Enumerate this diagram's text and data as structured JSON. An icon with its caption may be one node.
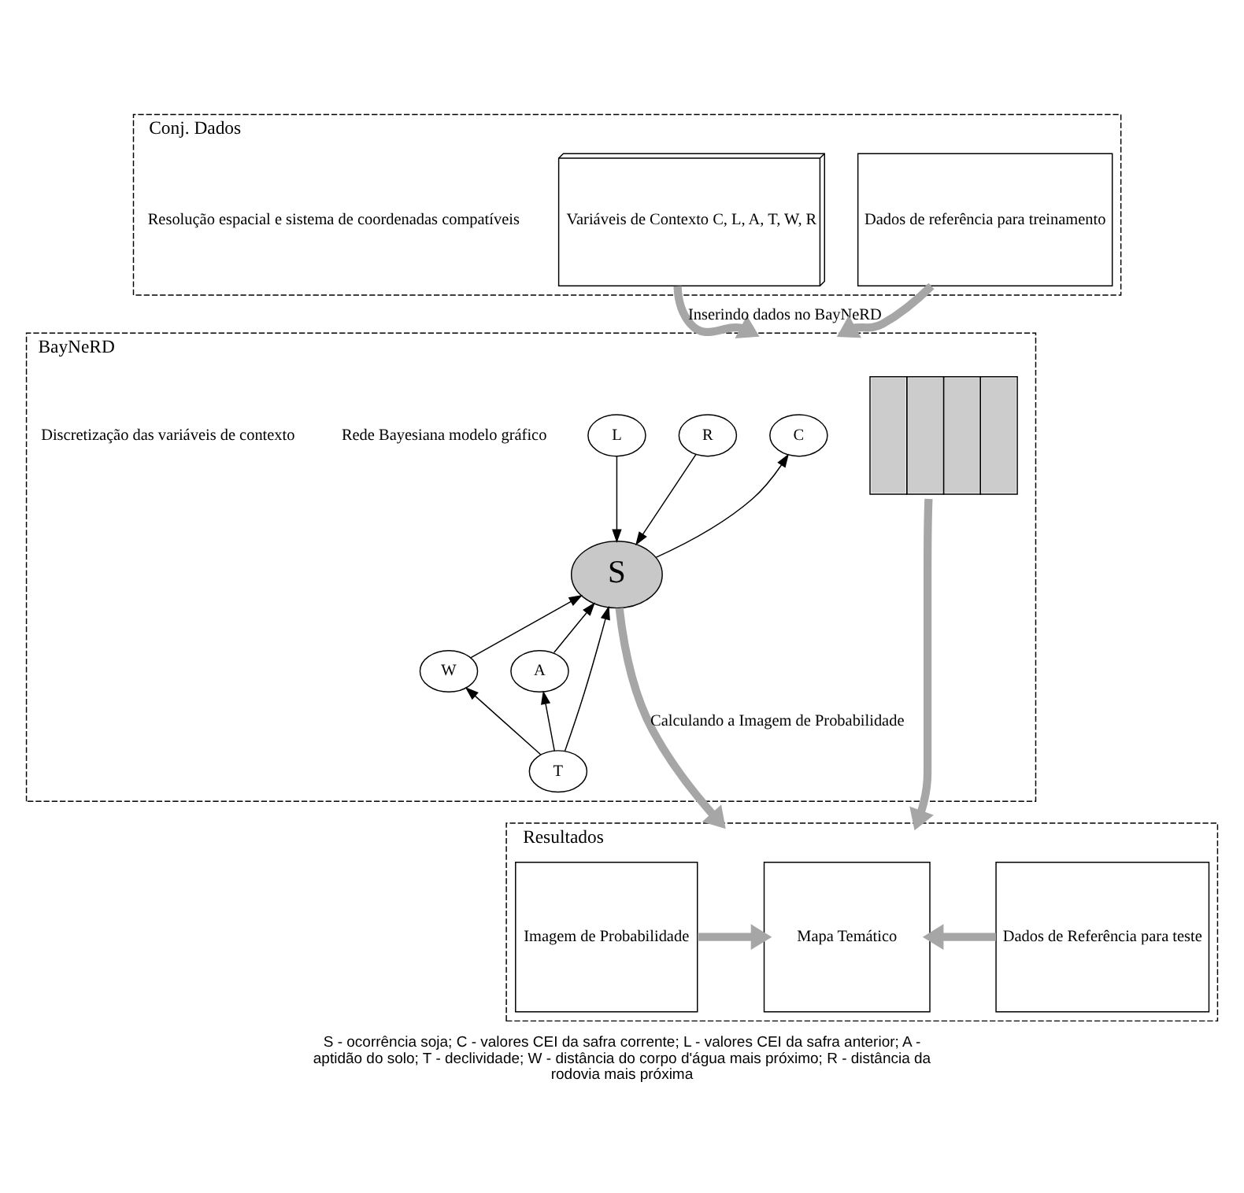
{
  "diagram": {
    "caption": "S - ocorrência soja; C - valores CEI da safra corrente; L - valores CEI da safra anterior; A - aptidão do solo; T - declividade; W - distância do corpo d'água mais próximo; R - distância da rodovia mais próxima",
    "nodes": [
      {
        "text": [
          "Conj. Dados"
        ]
      },
      {
        "text": [
          "Variáveis de Contexto C, L, A, T, W, R"
        ],
        "in": 0
      },
      {
        "text": [
          "Dados de referência para treinamento"
        ],
        "in": 0
      },
      {
        "text": [
          "BayNeRD"
        ]
      },
      {
        "text": [
          "C"
        ],
        "in": 3
      },
      {
        "text": [
          "R"
        ],
        "in": 3
      },
      {
        "text": [
          "L"
        ],
        "in": 3
      },
      {
        "text": [
          "S"
        ],
        "in": 3
      },
      {
        "text": [
          "W"
        ],
        "in": 3
      },
      {
        "text": [
          "A"
        ],
        "in": 3
      },
      {
        "text": [
          "T"
        ],
        "in": 3
      },
      {
        "text": [],
        "shape": "picture",
        "in": 3
      },
      {
        "text": [
          "Resultados"
        ]
      },
      {
        "text": [
          "Imagem de Probabilidade"
        ],
        "in": 12
      },
      {
        "text": [
          "Mapa Temático"
        ],
        "in": 12
      },
      {
        "text": [
          "Dados de Referência para teste"
        ],
        "in": 12
      }
    ],
    "edges": [
      {
        "from": 1,
        "to": 3,
        "arrow": "to",
        "style": "thick",
        "color": "#a6a6a6",
        "label": "Inserindo dados no BayNeRD"
      },
      {
        "from": 2,
        "to": 3,
        "arrow": "to",
        "style": "thick",
        "color": "#a6a6a6"
      },
      {
        "from": 7,
        "to": 4,
        "arrow": "to"
      },
      {
        "from": 5,
        "to": 7,
        "arrow": "to"
      },
      {
        "from": 6,
        "to": 7,
        "arrow": "to"
      },
      {
        "from": 8,
        "to": 7,
        "arrow": "to"
      },
      {
        "from": 9,
        "to": 7,
        "arrow": "to"
      },
      {
        "from": 10,
        "to": 7,
        "arrow": "to"
      },
      {
        "from": 10,
        "to": 8,
        "arrow": "to"
      },
      {
        "from": 10,
        "to": 9,
        "arrow": "to"
      },
      {
        "from": 7,
        "to": 12,
        "arrow": "to",
        "style": "thick",
        "color": "#a6a6a6",
        "label": "Calculando a Imagem de Probabilidade"
      },
      {
        "from": 11,
        "to": 12,
        "arrow": "to",
        "style": "thick",
        "color": "#a6a6a6"
      },
      {
        "from": 13,
        "to": 14,
        "arrow": "to",
        "style": "thick",
        "color": "#a6a6a6"
      },
      {
        "from": 15,
        "to": 14,
        "arrow": "to",
        "style": "thick",
        "color": "#a6a6a6"
      }
    ],
    "labels": [
      "Resolução espacial e sistema de coordenadas compatíveis",
      "Rede Bayesiana modelo gráfico",
      "Discretização das variáveis de contexto"
    ]
  }
}
